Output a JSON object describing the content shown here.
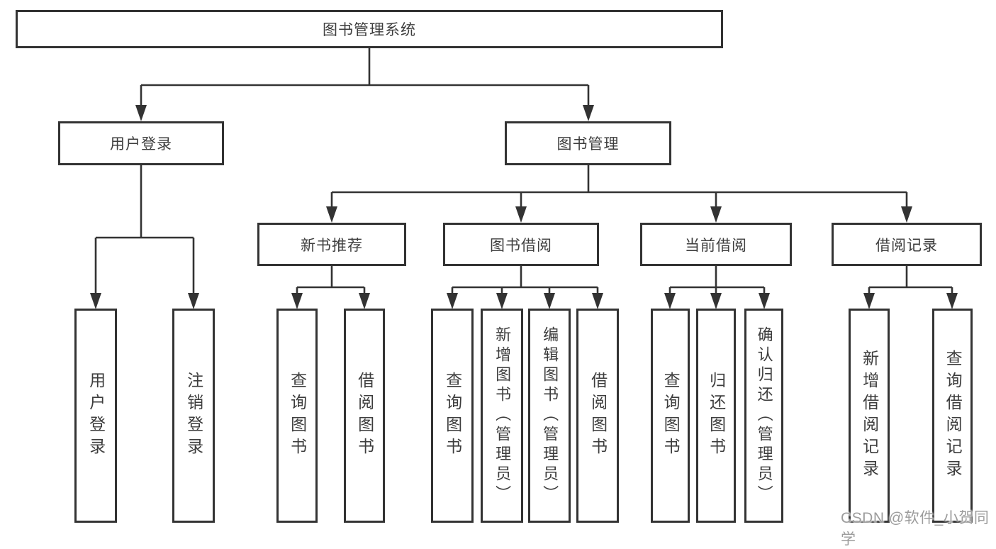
{
  "tree": {
    "root": "图书管理系统",
    "branches": [
      {
        "label": "用户登录",
        "children": [
          "用户登录",
          "注销登录"
        ]
      },
      {
        "label": "图书管理",
        "groups": [
          {
            "label": "新书推荐",
            "children": [
              "查询图书",
              "借阅图书"
            ]
          },
          {
            "label": "图书借阅",
            "children": [
              "查询图书",
              "新增图书（管理员）",
              "编辑图书（管理员）",
              "借阅图书"
            ]
          },
          {
            "label": "当前借阅",
            "children": [
              "查询图书",
              "归还图书",
              "确认归还（管理员）"
            ]
          },
          {
            "label": "借阅记录",
            "children": [
              "新增借阅记录",
              "查询借阅记录"
            ]
          }
        ]
      }
    ]
  },
  "watermark": {
    "text": "CSDN @软件_小贺同学"
  },
  "colors": {
    "box_border": "#333333",
    "box_text": "#3d3d3d",
    "connector": "#333333",
    "background": "#ffffff",
    "watermark": "#9c9c9c"
  }
}
